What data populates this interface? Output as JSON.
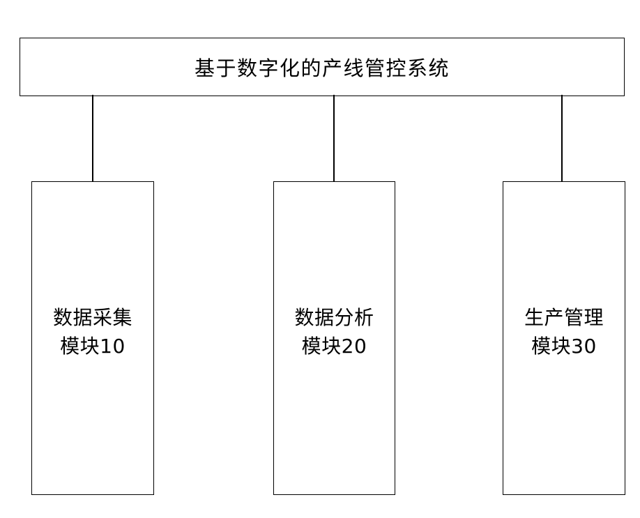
{
  "diagram": {
    "type": "block-diagram",
    "orientation": "top-down",
    "background_color": "#ffffff",
    "line_color": "#000000",
    "text_color": "#000000",
    "root": {
      "id": "root",
      "label": "基于数字化的产线管控系统"
    },
    "modules": [
      {
        "id": "module-0",
        "line1": "数据采集",
        "line2": "模块10",
        "label": "数据采集\n模块10",
        "number": "10"
      },
      {
        "id": "module-1",
        "line1": "数据分析",
        "line2": "模块20",
        "label": "数据分析\n模块20",
        "number": "20"
      },
      {
        "id": "module-2",
        "line1": "生产管理",
        "line2": "模块30",
        "label": "生产管理\n模块30",
        "number": "30"
      }
    ],
    "connectors": [
      {
        "id": "connector-0",
        "from": "root",
        "to": "module-0"
      },
      {
        "id": "connector-1",
        "from": "root",
        "to": "module-1"
      },
      {
        "id": "connector-2",
        "from": "root",
        "to": "module-2"
      }
    ]
  }
}
